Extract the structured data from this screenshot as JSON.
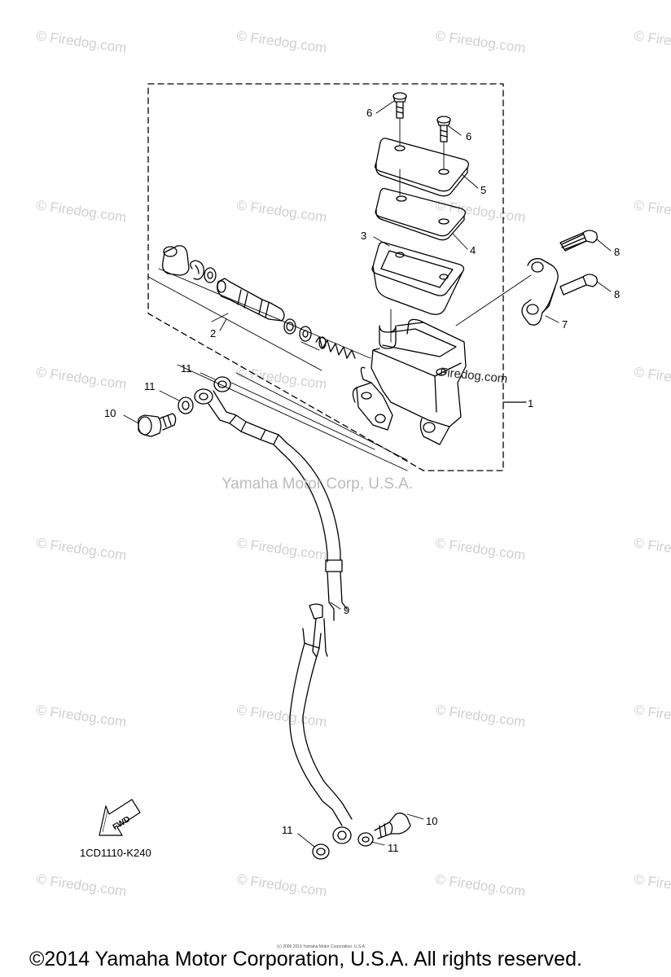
{
  "watermark_text": "© Firedog.com",
  "corp_watermark": "Yamaha Motor Corp, U.S.A.",
  "inset_watermark": "Firedog.com",
  "fwd_label": "FWD",
  "part_code": "1CD1110-K240",
  "tiny_credit": "(c) 2006 2016 Yamaha Motor Corporation, U.S.A.",
  "copyright": "©2014 Yamaha Motor Corporation, U.S.A. All rights reserved.",
  "callouts": {
    "c1": "1",
    "c2": "2",
    "c3": "3",
    "c4": "4",
    "c5": "5",
    "c6a": "6",
    "c6b": "6",
    "c7": "7",
    "c8a": "8",
    "c8b": "8",
    "c9": "9",
    "c10a": "10",
    "c10b": "10",
    "c11a": "11",
    "c11b": "11",
    "c11c": "11",
    "c11d": "11"
  }
}
